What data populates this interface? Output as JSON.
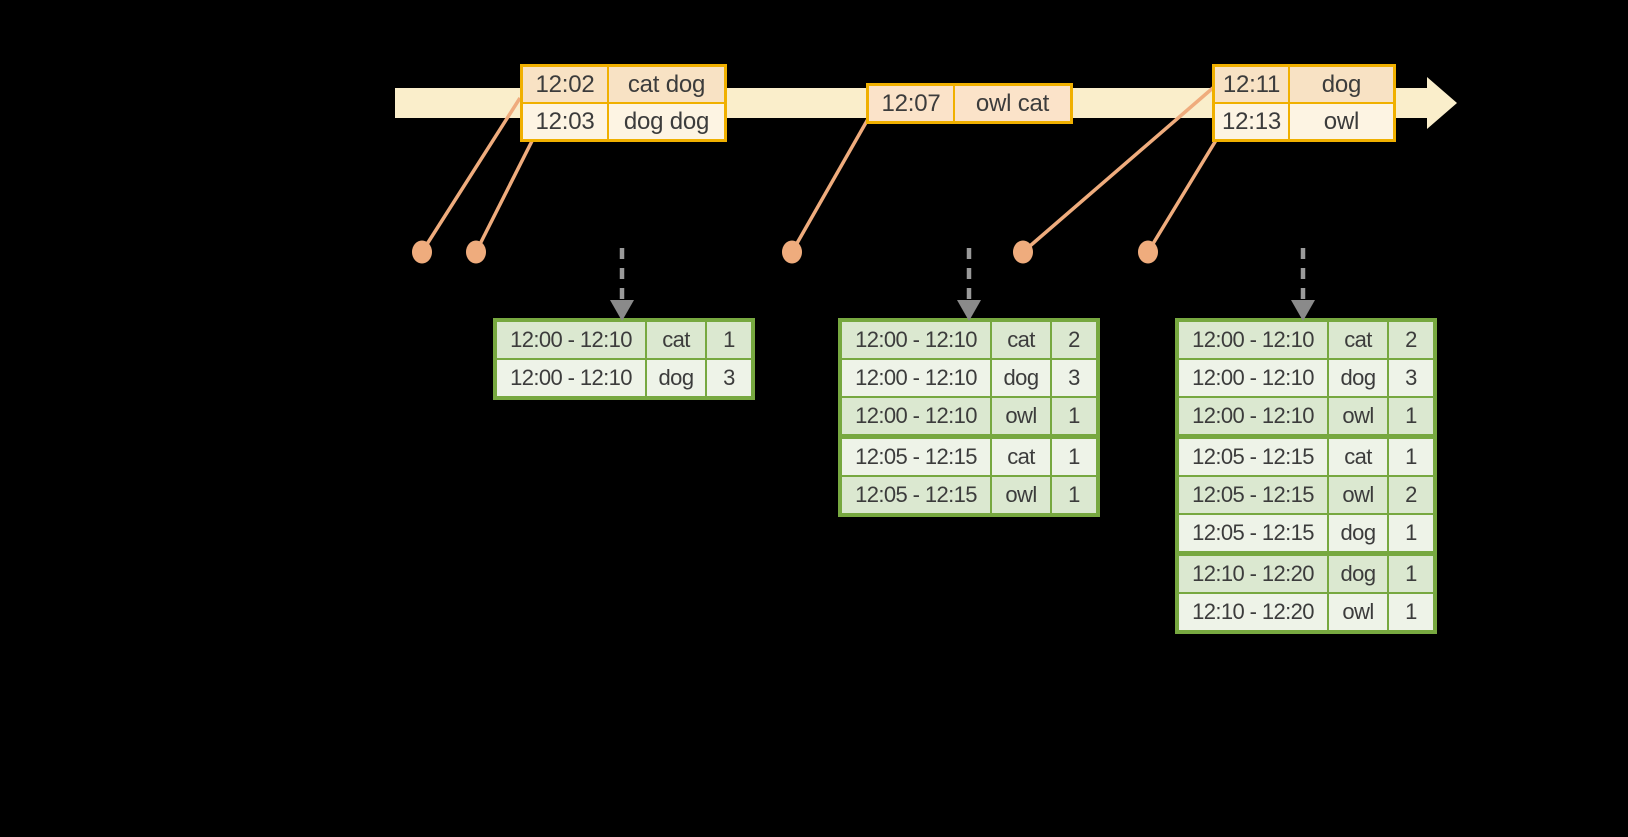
{
  "diagram": {
    "description": "Event-time windowed word-count stream: timeline of word events and result tables produced at successive triggers",
    "colors": {
      "background": "#000000",
      "timeline_band": "#faeecb",
      "event_table_border": "#f0b000",
      "event_row_dark": "#f8e2c4",
      "event_row_light": "#fdf4e3",
      "event_row_mid": "#fbe3c9",
      "leader_line": "#efac7d",
      "trigger_arrow": "#9a9a9a",
      "result_table_border": "#77a840",
      "result_row_dark": "#dbe8d0",
      "result_row_light": "#eef3e8",
      "text": "#3c3c3c"
    },
    "icons": {
      "timeline_arrow": "right-arrow-band",
      "event_dot": "filled-circle",
      "trigger_arrow": "dashed-down-arrow"
    }
  },
  "timeline": {
    "events": [
      {
        "rows": [
          {
            "time": "12:02",
            "words": "cat dog"
          },
          {
            "time": "12:03",
            "words": "dog dog"
          }
        ]
      },
      {
        "rows": [
          {
            "time": "12:07",
            "words": "owl cat"
          }
        ]
      },
      {
        "rows": [
          {
            "time": "12:11",
            "words": "dog"
          },
          {
            "time": "12:13",
            "words": "owl"
          }
        ]
      }
    ]
  },
  "result_tables": [
    {
      "rows": [
        {
          "window": "12:00 - 12:10",
          "word": "cat",
          "count": "1"
        },
        {
          "window": "12:00 - 12:10",
          "word": "dog",
          "count": "3"
        }
      ]
    },
    {
      "rows": [
        {
          "window": "12:00 - 12:10",
          "word": "cat",
          "count": "2"
        },
        {
          "window": "12:00 - 12:10",
          "word": "dog",
          "count": "3"
        },
        {
          "window": "12:00 - 12:10",
          "word": "owl",
          "count": "1"
        },
        {
          "window": "12:05 - 12:15",
          "word": "cat",
          "count": "1"
        },
        {
          "window": "12:05 - 12:15",
          "word": "owl",
          "count": "1"
        }
      ]
    },
    {
      "rows": [
        {
          "window": "12:00 - 12:10",
          "word": "cat",
          "count": "2"
        },
        {
          "window": "12:00 - 12:10",
          "word": "dog",
          "count": "3"
        },
        {
          "window": "12:00 - 12:10",
          "word": "owl",
          "count": "1"
        },
        {
          "window": "12:05 - 12:15",
          "word": "cat",
          "count": "1"
        },
        {
          "window": "12:05 - 12:15",
          "word": "owl",
          "count": "2"
        },
        {
          "window": "12:05 - 12:15",
          "word": "dog",
          "count": "1"
        },
        {
          "window": "12:10 - 12:20",
          "word": "dog",
          "count": "1"
        },
        {
          "window": "12:10 - 12:20",
          "word": "owl",
          "count": "1"
        }
      ]
    }
  ]
}
